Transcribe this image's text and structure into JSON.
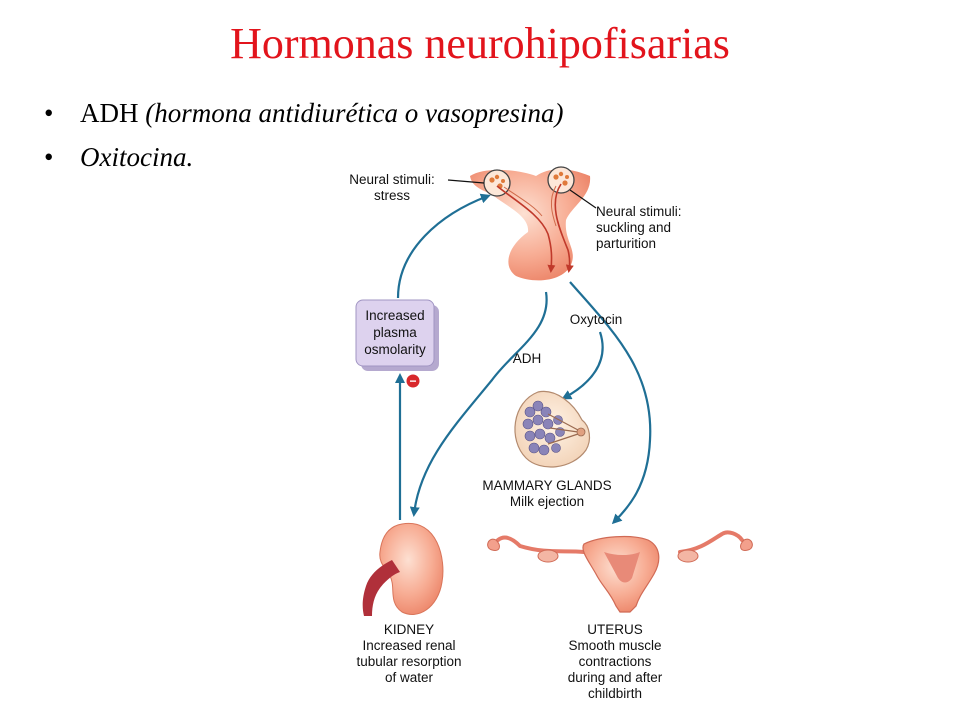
{
  "title": "Hormonas neurohipofisarias",
  "bullets": [
    {
      "prefix": "ADH ",
      "text": "(hormona antidiurética o vasopresina)"
    },
    {
      "text": "Oxitocina."
    }
  ],
  "diagram": {
    "neural_stimuli_left": [
      "Neural stimuli:",
      "stress"
    ],
    "neural_stimuli_right": [
      "Neural stimuli:",
      "suckling and",
      "parturition"
    ],
    "osmolarity_box": [
      "Increased",
      "plasma",
      "osmolarity"
    ],
    "negative_sign": "−",
    "adh_label": "ADH",
    "oxytocin_label": "Oxytocin",
    "mammary": [
      "MAMMARY GLANDS",
      "Milk ejection"
    ],
    "kidney": [
      "KIDNEY",
      "Increased renal",
      "tubular resorption",
      "of water"
    ],
    "uterus": [
      "UTERUS",
      "Smooth muscle",
      "contractions",
      "during and after",
      "childbirth"
    ],
    "colors": {
      "arrow": "#1f6f95",
      "organ": "#f6a78f",
      "box": "#d8cdea",
      "negative": "#d8282c",
      "title": "#e2141c"
    }
  }
}
